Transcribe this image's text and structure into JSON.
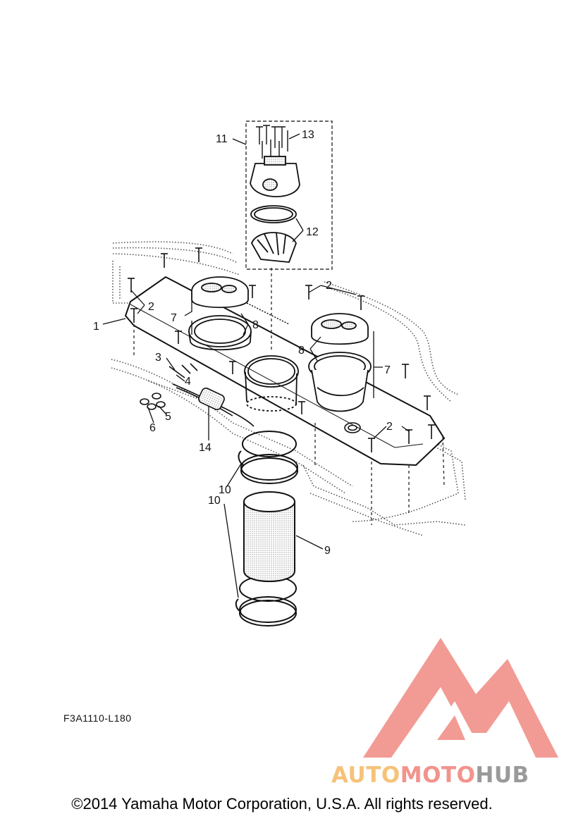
{
  "diagram": {
    "callouts": [
      "1",
      "2",
      "2",
      "2",
      "3",
      "4",
      "5",
      "6",
      "7",
      "7",
      "8",
      "8",
      "9",
      "10",
      "10",
      "11",
      "12",
      "13",
      "14"
    ],
    "drawing_code": "F3A1110-L180"
  },
  "watermark": {
    "part1": "AUTO",
    "part2": "MOTO",
    "part3": "HUB",
    "colors": {
      "auto": "#f6c27a",
      "moto": "#f2938c",
      "hub": "#9a9a9a",
      "logo": "#f08a82"
    }
  },
  "footer": {
    "copyright": "©2014 Yamaha Motor Corporation, U.S.A. All rights reserved."
  }
}
